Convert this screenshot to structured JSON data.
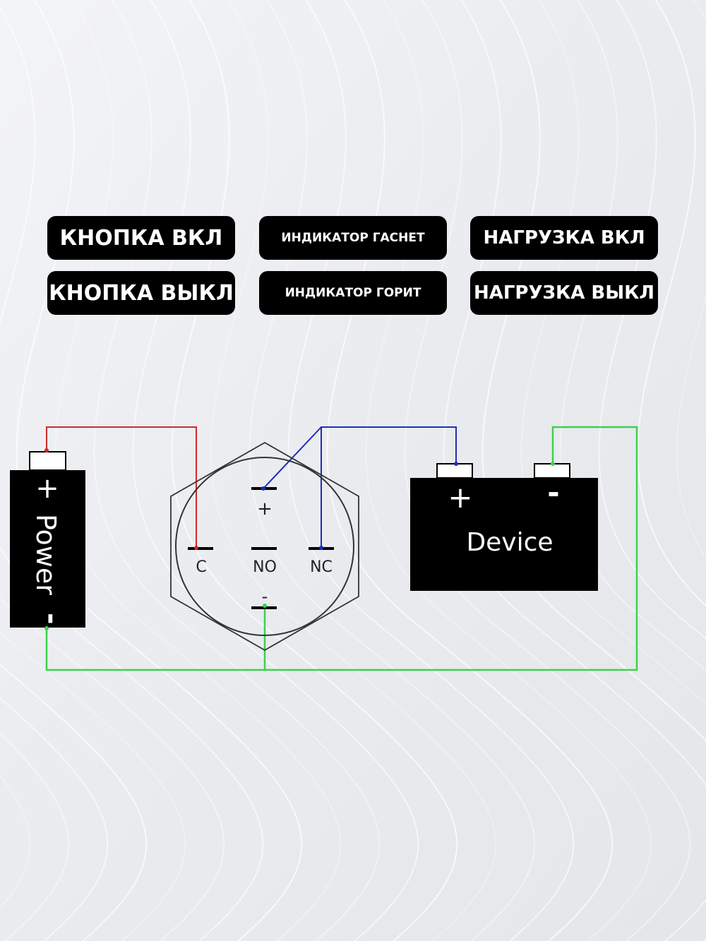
{
  "labels": {
    "button_on": "КНОПКА ВКЛ",
    "button_off": "КНОПКА ВЫКЛ",
    "indicator_off": "ИНДИКАТОР ГАСНЕТ",
    "indicator_on": "ИНДИКАТОР ГОРИТ",
    "load_on": "НАГРУЗКА ВКЛ",
    "load_off": "НАГРУЗКА ВЫКЛ"
  },
  "diagram": {
    "power": {
      "plus": "+",
      "name": "Power",
      "minus": "-"
    },
    "switch": {
      "plus": "+",
      "minus": "-",
      "c": "C",
      "no": "NO",
      "nc": "NC"
    },
    "device": {
      "plus": "+",
      "minus": "-",
      "name": "Device"
    }
  },
  "colors": {
    "background": "#eef0f4",
    "pill": "#000000",
    "wire_red": "#cc2a2a",
    "wire_blue": "#1f2fb4",
    "wire_green": "#3cd24a"
  }
}
